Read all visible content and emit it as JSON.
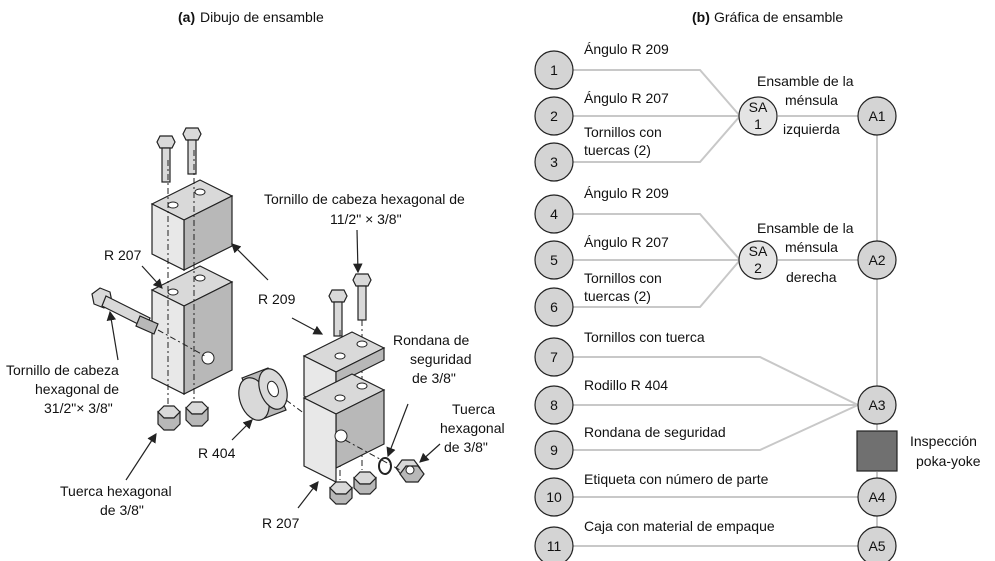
{
  "left": {
    "title_prefix": "(a)",
    "title": "Dibujo de ensamble",
    "labels": {
      "bolt_top_line1": "Tornillo de cabeza hexagonal de",
      "bolt_top_line2": "11/2\" × 3/8\"",
      "r207_top": "R 207",
      "r209": "R 209",
      "bolt_left_line1": "Tornillo de cabeza",
      "bolt_left_line2": "hexagonal de",
      "bolt_left_line3": "31/2\"× 3/8\"",
      "r404": "R 404",
      "nut_left_line1": "Tuerca hexagonal",
      "nut_left_line2": "de 3/8\"",
      "washer_line1": "Rondana de",
      "washer_line2": "seguridad",
      "washer_line3": "de 3/8\"",
      "nut_right_line1": "Tuerca",
      "nut_right_line2": "hexagonal",
      "nut_right_line3": "de 3/8\"",
      "r207_bottom": "R 207"
    }
  },
  "right": {
    "title_prefix": "(b)",
    "title": "Gráfica de ensamble",
    "components": [
      {
        "num": "1",
        "label": "Ángulo R 209"
      },
      {
        "num": "2",
        "label": "Ángulo R 207"
      },
      {
        "num": "3",
        "label_line1": "Tornillos con",
        "label_line2": "tuercas (2)"
      },
      {
        "num": "4",
        "label": "Ángulo R 209"
      },
      {
        "num": "5",
        "label": "Ángulo R 207"
      },
      {
        "num": "6",
        "label_line1": "Tornillos con",
        "label_line2": "tuercas (2)"
      },
      {
        "num": "7",
        "label": "Tornillos con tuerca"
      },
      {
        "num": "8",
        "label": "Rodillo R 404"
      },
      {
        "num": "9",
        "label": "Rondana de seguridad"
      },
      {
        "num": "10",
        "label": "Etiqueta con número de parte"
      },
      {
        "num": "11",
        "label": "Caja con material de empaque"
      }
    ],
    "subassemblies": [
      {
        "code_line1": "SA",
        "code_line2": "1",
        "label_line1": "Ensamble de la",
        "label_line2": "ménsula",
        "label_line3": "izquierda"
      },
      {
        "code_line1": "SA",
        "code_line2": "2",
        "label_line1": "Ensamble de la",
        "label_line2": "ménsula",
        "label_line3": "derecha"
      }
    ],
    "assemblies": [
      "A1",
      "A2",
      "A3",
      "A4",
      "A5"
    ],
    "inspection_line1": "Inspección",
    "inspection_line2": "poka-yoke",
    "colors": {
      "circle": "#d4d4d4",
      "connector": "#c8c8c8",
      "inspection": "#707070"
    }
  }
}
